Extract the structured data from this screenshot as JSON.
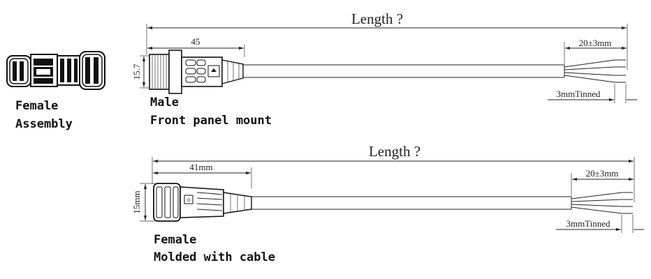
{
  "assembly": {
    "label_line1": "Female",
    "label_line2": "Assembly"
  },
  "male_cable": {
    "length_label": "Length ?",
    "connector_dim": "45",
    "diameter_dim": "15.7",
    "strip_dim": "20±3mm",
    "tinned_dim": "3mmTinned",
    "label_line1": "Male",
    "label_line2": "Front panel mount"
  },
  "female_cable": {
    "length_label": "Length ?",
    "connector_dim": "41mm",
    "diameter_dim": "15mm",
    "strip_dim": "20±3mm",
    "tinned_dim": "3mmTinned",
    "label_line1": "Female",
    "label_line2": "Molded with cable"
  }
}
